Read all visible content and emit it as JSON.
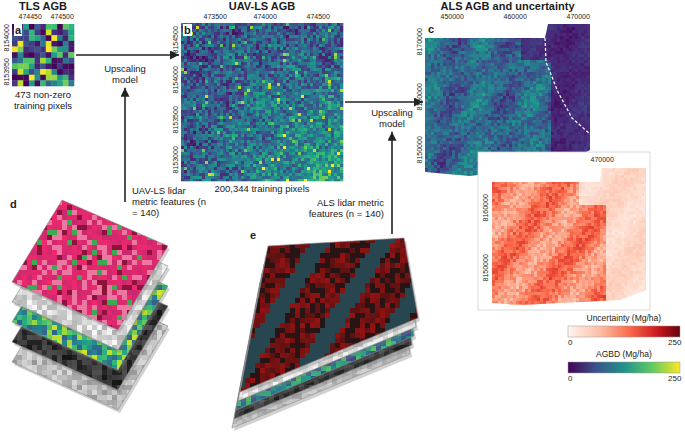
{
  "diagram": {
    "nodes": [
      {
        "text": [
          "TLS AGB",
          "473 non-zero training pixels"
        ]
      },
      {
        "text": [
          "Upscaling model"
        ]
      },
      {
        "text": [
          "UAV-LS AGB",
          "200,344 training pixels"
        ]
      },
      {
        "text": [
          "Upscaling model"
        ]
      },
      {
        "text": [
          "ALS AGB and uncertainty"
        ]
      },
      {
        "text": [
          "UAV-LS lidar metric features (n = 140)"
        ]
      },
      {
        "text": [
          "ALS lidar metric features (n = 140)"
        ]
      }
    ],
    "edges": [
      {
        "from": 0,
        "to": 2,
        "arrow": "to"
      },
      {
        "from": 2,
        "to": 4,
        "arrow": "to"
      },
      {
        "from": 5,
        "to": 1,
        "arrow": "to"
      },
      {
        "from": 6,
        "to": 3,
        "arrow": "to"
      }
    ],
    "labels": [
      "a",
      "474450",
      "474500",
      "8154000",
      "8153950",
      "b",
      "473500",
      "474000",
      "474500",
      "8154500",
      "8154000",
      "8153500",
      "8153000",
      "c",
      "450000",
      "460000",
      "470000",
      "8170000",
      "8160000",
      "8150000",
      "470000",
      "8160000",
      "8150000",
      "0",
      "250",
      "0",
      "250",
      "d",
      "e"
    ],
    "legend": [
      {
        "text": "Uncertainty (Mg/ha)"
      },
      {
        "text": "AGBD (Mg/ha)"
      }
    ]
  }
}
